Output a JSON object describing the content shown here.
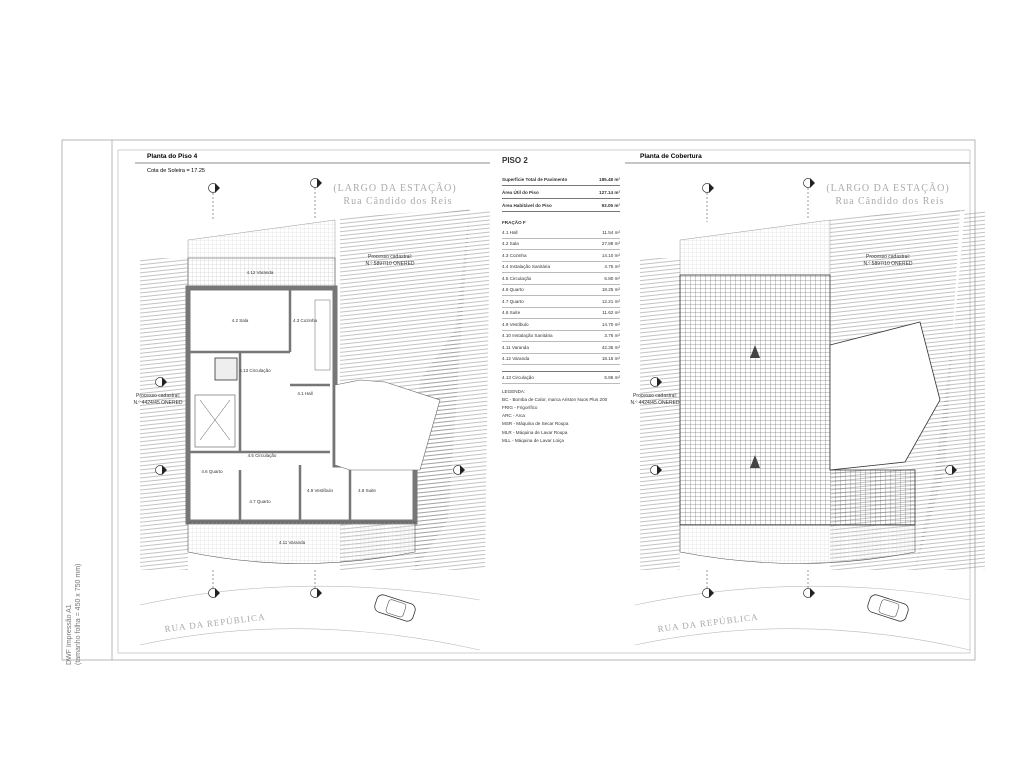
{
  "side_note": {
    "line1": "DWF Impressão A1",
    "line2": "(tamanho folha = 450 x 750 mm)"
  },
  "left_plan": {
    "title": "Planta do Piso 4",
    "subtitle": "Cota de Soleira = 17.25",
    "street_top_1": "(LARGO DA ESTAÇÃO)",
    "street_top_2": "Rua Cândido dos Reis",
    "street_bottom": "RUA DA REPÚBLICA",
    "cadastre_right": {
      "line1": "Processo cadastral:",
      "line2": "N.º 5897/10 ONERED"
    },
    "cadastre_left": {
      "line1": "Processo cadastral:",
      "line2": "N.º 4424/45 ONERED"
    },
    "rooms": {
      "hall": "4.1 Hall",
      "sala": "4.2 Sala",
      "cozinha": "4.3 Cozinha",
      "circulacao": "4.5 Circulação",
      "quarto1": "4.6 Quarto",
      "quarto2": "4.7 Quarto",
      "suite": "4.8 Suite",
      "vestibulo": "4.9 Vestíbulo",
      "varanda_bottom": "4.11 Varanda",
      "varanda_top": "4.12 Varanda",
      "circulacao2": "4.13 Circulação"
    }
  },
  "table": {
    "title": "PISO 2",
    "summary": [
      {
        "label": "Superfície Total de Pavimento",
        "value": "185.48 m²"
      },
      {
        "label": "Área Útil do Piso",
        "value": "127.14 m²"
      },
      {
        "label": "Área Habitável do Piso",
        "value": "93.05 m²"
      }
    ],
    "section": "FRAÇÃO F",
    "rows": [
      {
        "label": "4.1 Hall",
        "value": "11.54 m²"
      },
      {
        "label": "4.2 Sala",
        "value": "27.88 m²"
      },
      {
        "label": "4.3 Cozinha",
        "value": "14.10 m²"
      },
      {
        "label": "4.4 Instalação Sanitária",
        "value": "4.75 m²"
      },
      {
        "label": "4.5 Circulação",
        "value": "6.80 m²"
      },
      {
        "label": "4.6 Quarto",
        "value": "18.25 m²"
      },
      {
        "label": "4.7 Quarto",
        "value": "12.21 m²"
      },
      {
        "label": "4.8 Suite",
        "value": "11.62 m²"
      },
      {
        "label": "4.9 Vestíbulo",
        "value": "14.70 m²"
      },
      {
        "label": "4.10 Instalação Sanitária",
        "value": "3.76 m²"
      },
      {
        "label": "4.11 Varanda",
        "value": "42.35 m²"
      },
      {
        "label": "4.12 Varanda",
        "value": "18.15 m²"
      }
    ],
    "extra": {
      "label": "4.13 Circulação",
      "value": "5.86 m²"
    },
    "legend_title": "LEGENDA:",
    "legend": [
      "BC - Bomba de Calor, marca Ariston Nuos Plus 200",
      "FRIG - Frigorífico",
      "ARC - Arca",
      "MSR - Máquina de Secar Roupa",
      "MLR - Máquina de Lavar Roupa",
      "MLL - Máquina de Lavar Loiça"
    ]
  },
  "right_plan": {
    "title": "Planta de Cobertura",
    "street_top_1": "(LARGO DA ESTAÇÃO)",
    "street_top_2": "Rua Cândido dos Reis",
    "street_bottom": "RUA DA REPÚBLICA",
    "cadastre_right": {
      "line1": "Processo cadastral:",
      "line2": "N.º 5897/10 ONERED"
    },
    "cadastre_left": {
      "line1": "Processo cadastral:",
      "line2": "N.º 4424/45 ONERED"
    }
  },
  "colors": {
    "line": "#333333",
    "hatch": "#999999",
    "wall": "#888888",
    "street_text": "#aaaaaa"
  }
}
